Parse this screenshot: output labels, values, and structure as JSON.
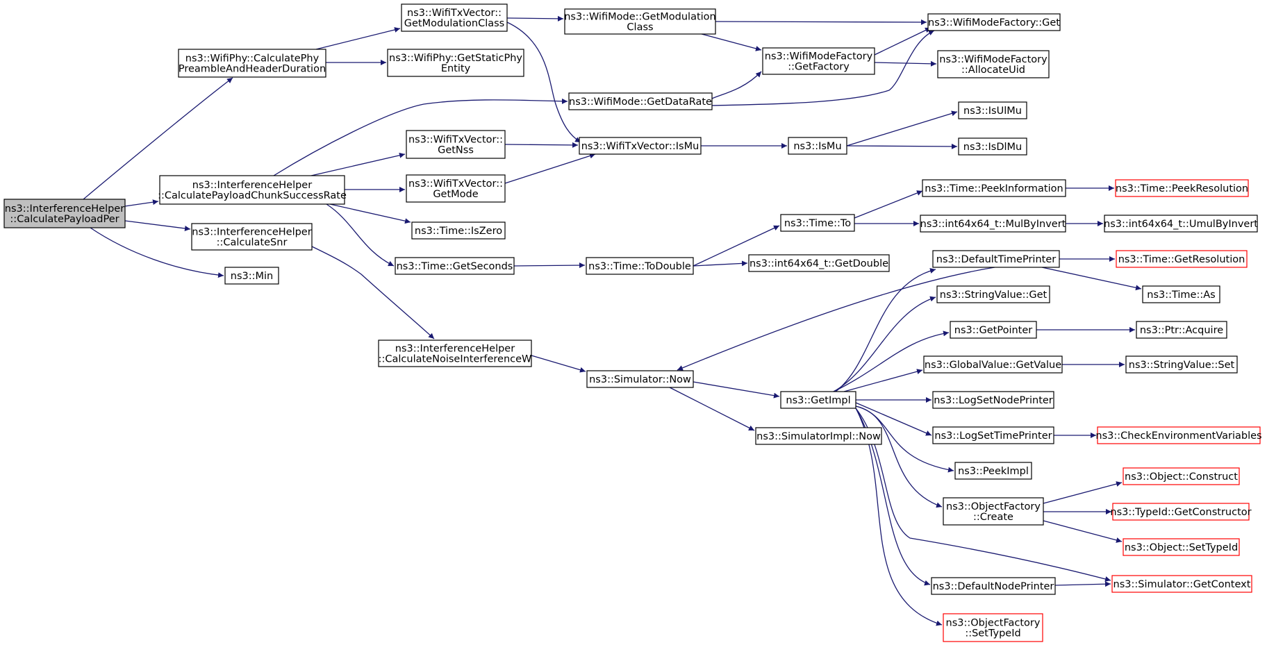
{
  "colors": {
    "edge": "#191970",
    "node_border": "#000000",
    "node_border_external": "#ff0000",
    "node_fill": "#ffffff",
    "node_fill_root": "#bfbfbf"
  },
  "nodes": [
    {
      "id": "calc_payload_per",
      "lines": [
        "ns3::InterferenceHelper",
        "::CalculatePayloadPer"
      ],
      "style": "root"
    },
    {
      "id": "calc_phy_preamble",
      "lines": [
        "ns3::WifiPhy::CalculatePhy",
        "PreambleAndHeaderDuration"
      ],
      "style": "normal"
    },
    {
      "id": "calc_payload_chunk",
      "lines": [
        "ns3::InterferenceHelper",
        "::CalculatePayloadChunkSuccessRate"
      ],
      "style": "normal"
    },
    {
      "id": "calc_snr",
      "lines": [
        "ns3::InterferenceHelper",
        "::CalculateSnr"
      ],
      "style": "normal"
    },
    {
      "id": "min",
      "lines": [
        "ns3::Min"
      ],
      "style": "normal"
    },
    {
      "id": "txv_get_mod_class",
      "lines": [
        "ns3::WifiTxVector::",
        "GetModulationClass"
      ],
      "style": "normal"
    },
    {
      "id": "get_static_phy_entity",
      "lines": [
        "ns3::WifiPhy::GetStaticPhy",
        "Entity"
      ],
      "style": "normal"
    },
    {
      "id": "mode_get_data_rate",
      "lines": [
        "ns3::WifiMode::GetDataRate"
      ],
      "style": "normal"
    },
    {
      "id": "txv_get_nss",
      "lines": [
        "ns3::WifiTxVector::",
        "GetNss"
      ],
      "style": "normal"
    },
    {
      "id": "txv_get_mode",
      "lines": [
        "ns3::WifiTxVector::",
        "GetMode"
      ],
      "style": "normal"
    },
    {
      "id": "time_is_zero",
      "lines": [
        "ns3::Time::IsZero"
      ],
      "style": "normal"
    },
    {
      "id": "time_get_seconds",
      "lines": [
        "ns3::Time::GetSeconds"
      ],
      "style": "normal"
    },
    {
      "id": "calc_noise_interf",
      "lines": [
        "ns3::InterferenceHelper",
        "::CalculateNoiseInterferenceW"
      ],
      "style": "normal"
    },
    {
      "id": "mode_get_mod_class",
      "lines": [
        "ns3::WifiMode::GetModulation",
        "Class"
      ],
      "style": "normal"
    },
    {
      "id": "txv_is_mu",
      "lines": [
        "ns3::WifiTxVector::IsMu"
      ],
      "style": "normal"
    },
    {
      "id": "time_to_double",
      "lines": [
        "ns3::Time::ToDouble"
      ],
      "style": "normal"
    },
    {
      "id": "sim_now",
      "lines": [
        "ns3::Simulator::Now"
      ],
      "style": "normal"
    },
    {
      "id": "mode_factory_get_factory",
      "lines": [
        "ns3::WifiModeFactory",
        "::GetFactory"
      ],
      "style": "normal"
    },
    {
      "id": "is_mu",
      "lines": [
        "ns3::IsMu"
      ],
      "style": "normal"
    },
    {
      "id": "time_to",
      "lines": [
        "ns3::Time::To"
      ],
      "style": "normal"
    },
    {
      "id": "int64_get_double",
      "lines": [
        "ns3::int64x64_t::GetDouble"
      ],
      "style": "normal"
    },
    {
      "id": "get_impl",
      "lines": [
        "ns3::GetImpl"
      ],
      "style": "normal"
    },
    {
      "id": "simimpl_now",
      "lines": [
        "ns3::SimulatorImpl::Now"
      ],
      "style": "normal"
    },
    {
      "id": "mode_factory_get",
      "lines": [
        "ns3::WifiModeFactory::Get"
      ],
      "style": "normal"
    },
    {
      "id": "mode_factory_alloc",
      "lines": [
        "ns3::WifiModeFactory",
        "::AllocateUid"
      ],
      "style": "normal"
    },
    {
      "id": "is_ul_mu",
      "lines": [
        "ns3::IsUlMu"
      ],
      "style": "normal"
    },
    {
      "id": "is_dl_mu",
      "lines": [
        "ns3::IsDlMu"
      ],
      "style": "normal"
    },
    {
      "id": "time_peek_info",
      "lines": [
        "ns3::Time::PeekInformation"
      ],
      "style": "normal"
    },
    {
      "id": "int64_mul_by_invert",
      "lines": [
        "ns3::int64x64_t::MulByInvert"
      ],
      "style": "normal"
    },
    {
      "id": "default_time_printer",
      "lines": [
        "ns3::DefaultTimePrinter"
      ],
      "style": "normal"
    },
    {
      "id": "stringvalue_get",
      "lines": [
        "ns3::StringValue::Get"
      ],
      "style": "normal"
    },
    {
      "id": "get_pointer",
      "lines": [
        "ns3::GetPointer"
      ],
      "style": "normal"
    },
    {
      "id": "globalvalue_get_value",
      "lines": [
        "ns3::GlobalValue::GetValue"
      ],
      "style": "normal"
    },
    {
      "id": "log_set_node_printer",
      "lines": [
        "ns3::LogSetNodePrinter"
      ],
      "style": "normal"
    },
    {
      "id": "log_set_time_printer",
      "lines": [
        "ns3::LogSetTimePrinter"
      ],
      "style": "normal"
    },
    {
      "id": "peek_impl",
      "lines": [
        "ns3::PeekImpl"
      ],
      "style": "normal"
    },
    {
      "id": "objfactory_create",
      "lines": [
        "ns3::ObjectFactory",
        "::Create"
      ],
      "style": "normal"
    },
    {
      "id": "default_node_printer",
      "lines": [
        "ns3::DefaultNodePrinter"
      ],
      "style": "normal"
    },
    {
      "id": "objfactory_set_typeid",
      "lines": [
        "ns3::ObjectFactory",
        "::SetTypeId"
      ],
      "style": "external"
    },
    {
      "id": "time_peek_resolution",
      "lines": [
        "ns3::Time::PeekResolution"
      ],
      "style": "external"
    },
    {
      "id": "int64_umul_by_invert",
      "lines": [
        "ns3::int64x64_t::UmulByInvert"
      ],
      "style": "normal"
    },
    {
      "id": "time_get_resolution",
      "lines": [
        "ns3::Time::GetResolution"
      ],
      "style": "external"
    },
    {
      "id": "time_as",
      "lines": [
        "ns3::Time::As"
      ],
      "style": "normal"
    },
    {
      "id": "ptr_acquire",
      "lines": [
        "ns3::Ptr::Acquire"
      ],
      "style": "normal"
    },
    {
      "id": "stringvalue_set",
      "lines": [
        "ns3::StringValue::Set"
      ],
      "style": "normal"
    },
    {
      "id": "check_env_vars",
      "lines": [
        "ns3::CheckEnvironmentVariables"
      ],
      "style": "external"
    },
    {
      "id": "object_construct",
      "lines": [
        "ns3::Object::Construct"
      ],
      "style": "external"
    },
    {
      "id": "typeid_get_constructor",
      "lines": [
        "ns3::TypeId::GetConstructor"
      ],
      "style": "external"
    },
    {
      "id": "object_set_typeid",
      "lines": [
        "ns3::Object::SetTypeId"
      ],
      "style": "external"
    },
    {
      "id": "sim_get_context",
      "lines": [
        "ns3::Simulator::GetContext"
      ],
      "style": "external"
    }
  ]
}
